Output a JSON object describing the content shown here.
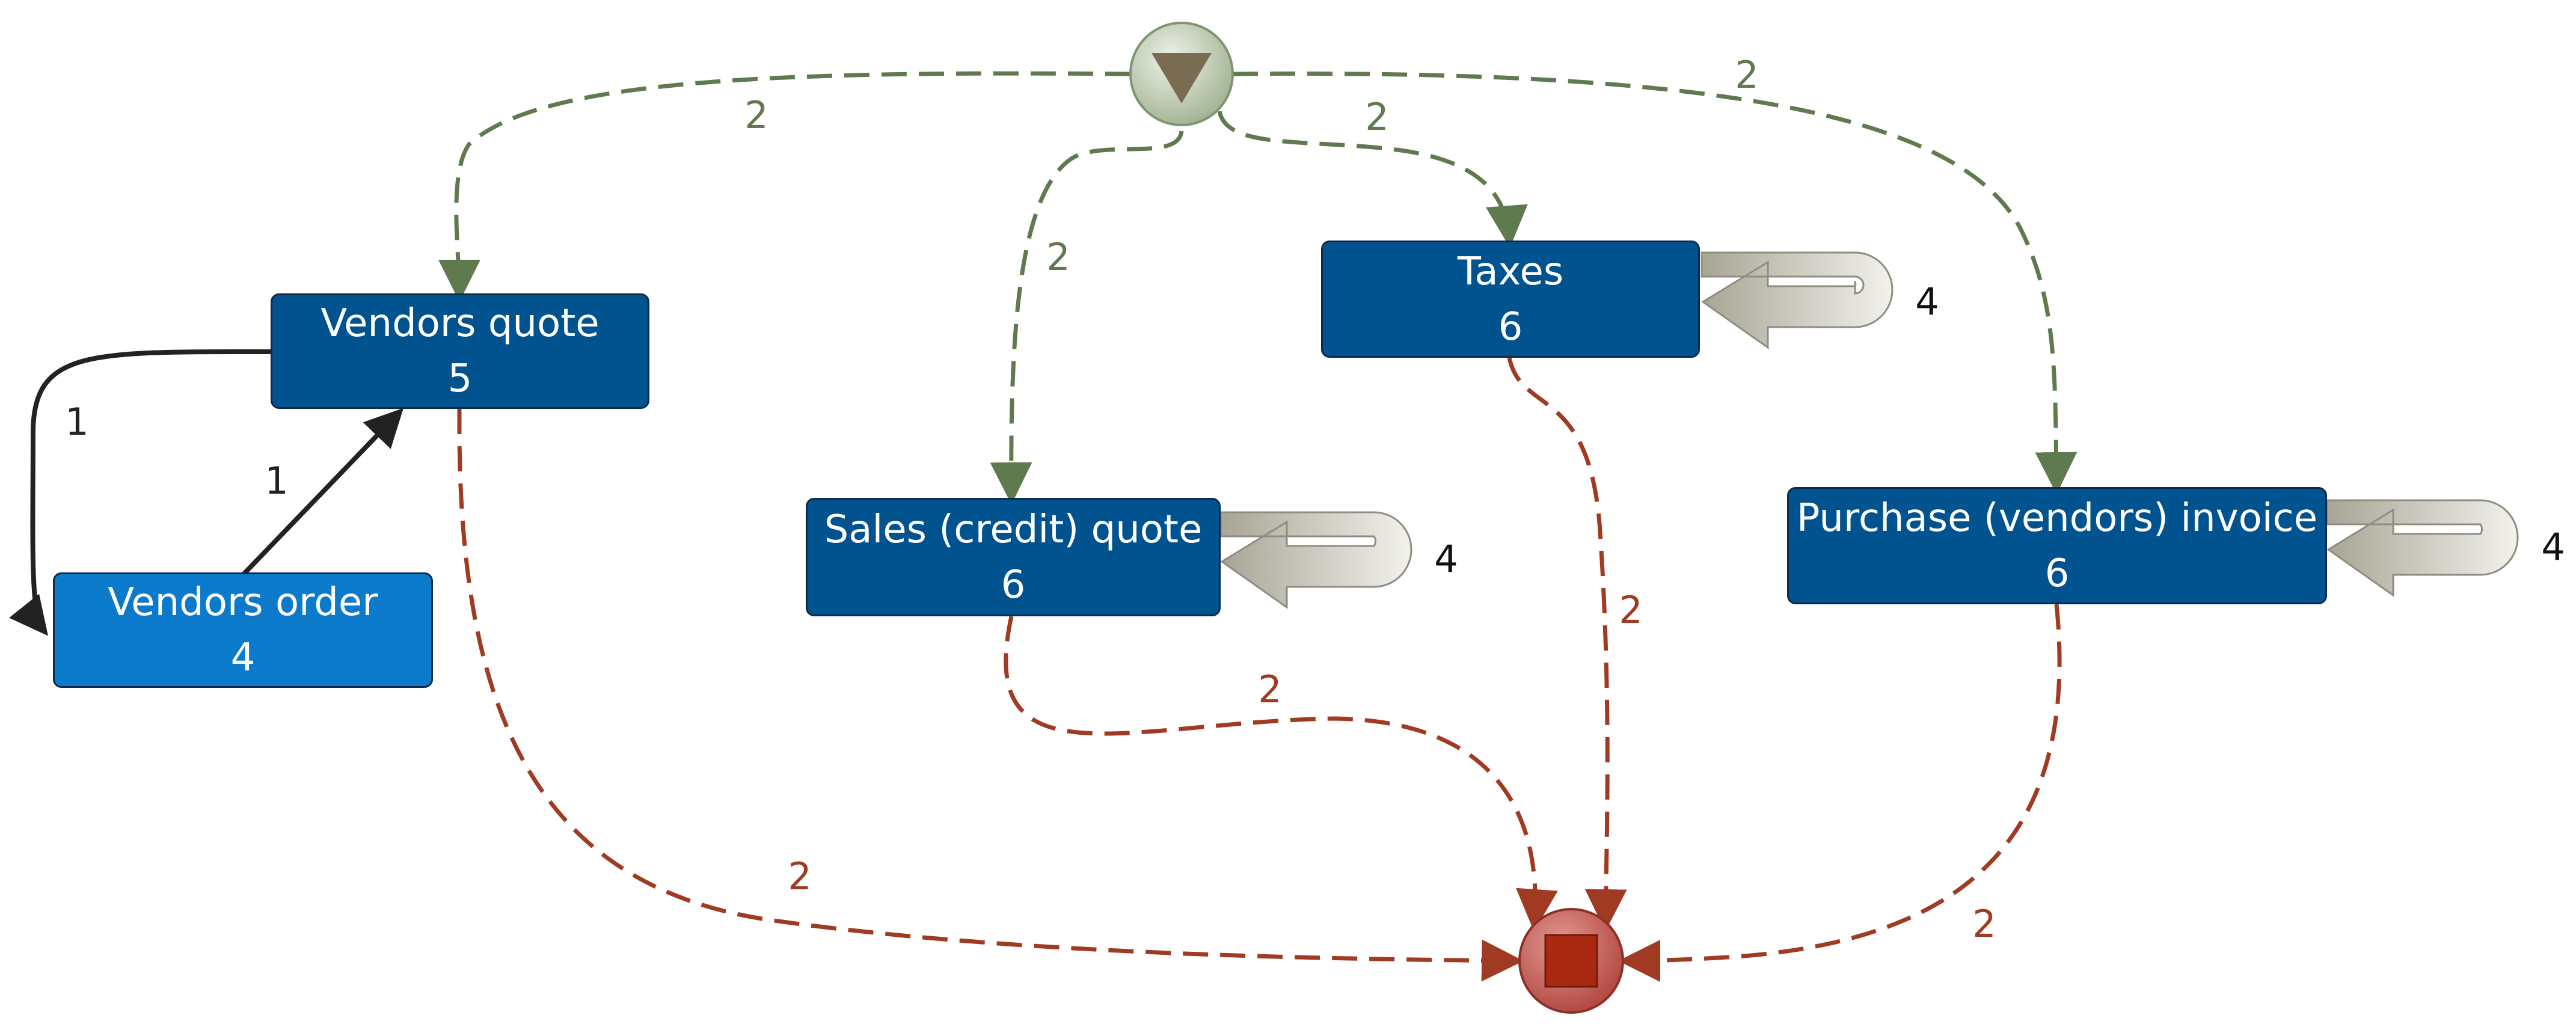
{
  "colors": {
    "node_dark": "#00538f",
    "node_light": "#0b7acb",
    "start_edge": "#5f7a4e",
    "end_edge": "#a03a22",
    "black_edge": "#222222",
    "start_fill": "#c6d3bd",
    "start_triangle": "#7a6c52",
    "end_fill": "#c0625c",
    "end_square": "#a8290f",
    "loop_fill": "#d9d8d2"
  },
  "nodes": [
    {
      "id": "vendors-quote",
      "label": "Vendors quote",
      "count": "5",
      "shade": "dark"
    },
    {
      "id": "vendors-order",
      "label": "Vendors order",
      "count": "4",
      "shade": "light"
    },
    {
      "id": "taxes",
      "label": "Taxes",
      "count": "6",
      "shade": "dark"
    },
    {
      "id": "sales-credit-quote",
      "label": "Sales (credit) quote",
      "count": "6",
      "shade": "dark"
    },
    {
      "id": "purchase-vendors-invoice",
      "label": "Purchase (vendors) invoice",
      "count": "6",
      "shade": "dark"
    }
  ],
  "edge_labels": {
    "start_to_vendors_quote": "2",
    "start_to_sales_quote": "2",
    "start_to_taxes": "2",
    "start_to_purchase_invoice": "2",
    "vendors_quote_to_order": "1",
    "order_to_vendors_quote": "1",
    "vendors_quote_to_end": "2",
    "sales_quote_to_end": "2",
    "taxes_to_end": "2",
    "purchase_invoice_to_end": "2",
    "taxes_loop": "4",
    "sales_quote_loop": "4",
    "purchase_invoice_loop": "4"
  },
  "icons": {
    "start": "start-triangle-icon",
    "end": "end-square-icon"
  }
}
